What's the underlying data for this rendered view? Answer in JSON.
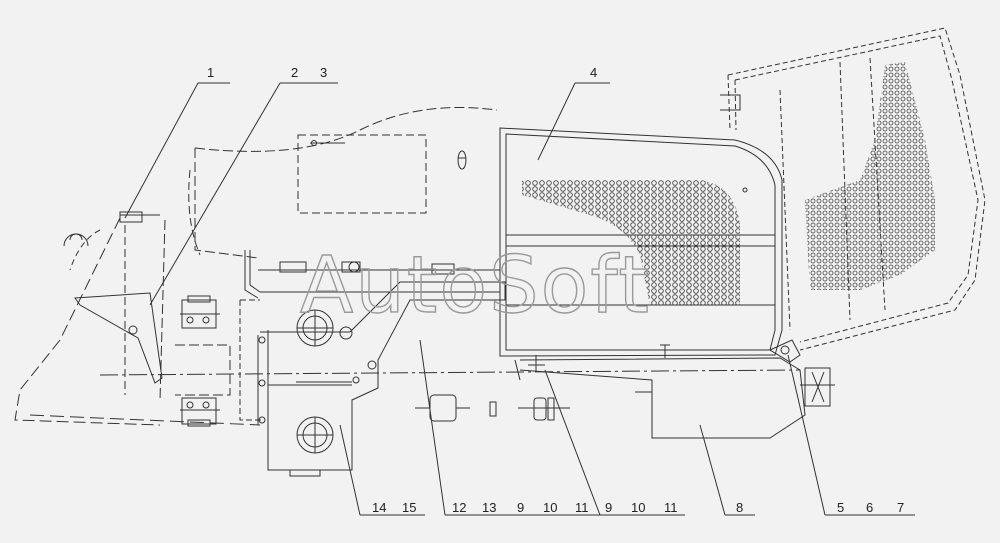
{
  "callouts": {
    "c1": "1",
    "c2": "2",
    "c3": "3",
    "c4": "4",
    "c5": "5",
    "c6": "6",
    "c7": "7",
    "c8": "8",
    "c14": "14",
    "c15": "15",
    "c12": "12",
    "c13": "13",
    "c9a": "9",
    "c10a": "10",
    "c11a": "11",
    "c9b": "9",
    "c10b": "10",
    "c11b": "11"
  },
  "watermark": "AutoSoft"
}
